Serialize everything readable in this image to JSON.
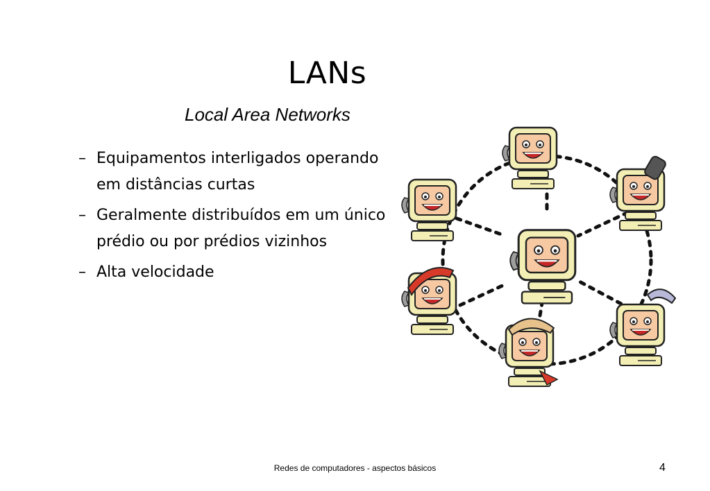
{
  "slide": {
    "title": "LANs",
    "subtitle": "Local Area Networks",
    "bullets": [
      "Equipamentos interligados operando em distâncias curtas",
      "Geralmente distribuídos em um único prédio ou por prédios vizinhos",
      "Alta velocidade"
    ],
    "bullet_marker": "–",
    "footer": "Redes de computadores - aspectos básicos",
    "page_number": "4"
  },
  "illustration": {
    "icon": "network-computers-illustration",
    "colors": {
      "monitor": "#f3efb4",
      "face": "#f6c9a2",
      "outline": "#222222",
      "hat_red": "#d83a2a",
      "hat_tan": "#e8c28d"
    }
  }
}
